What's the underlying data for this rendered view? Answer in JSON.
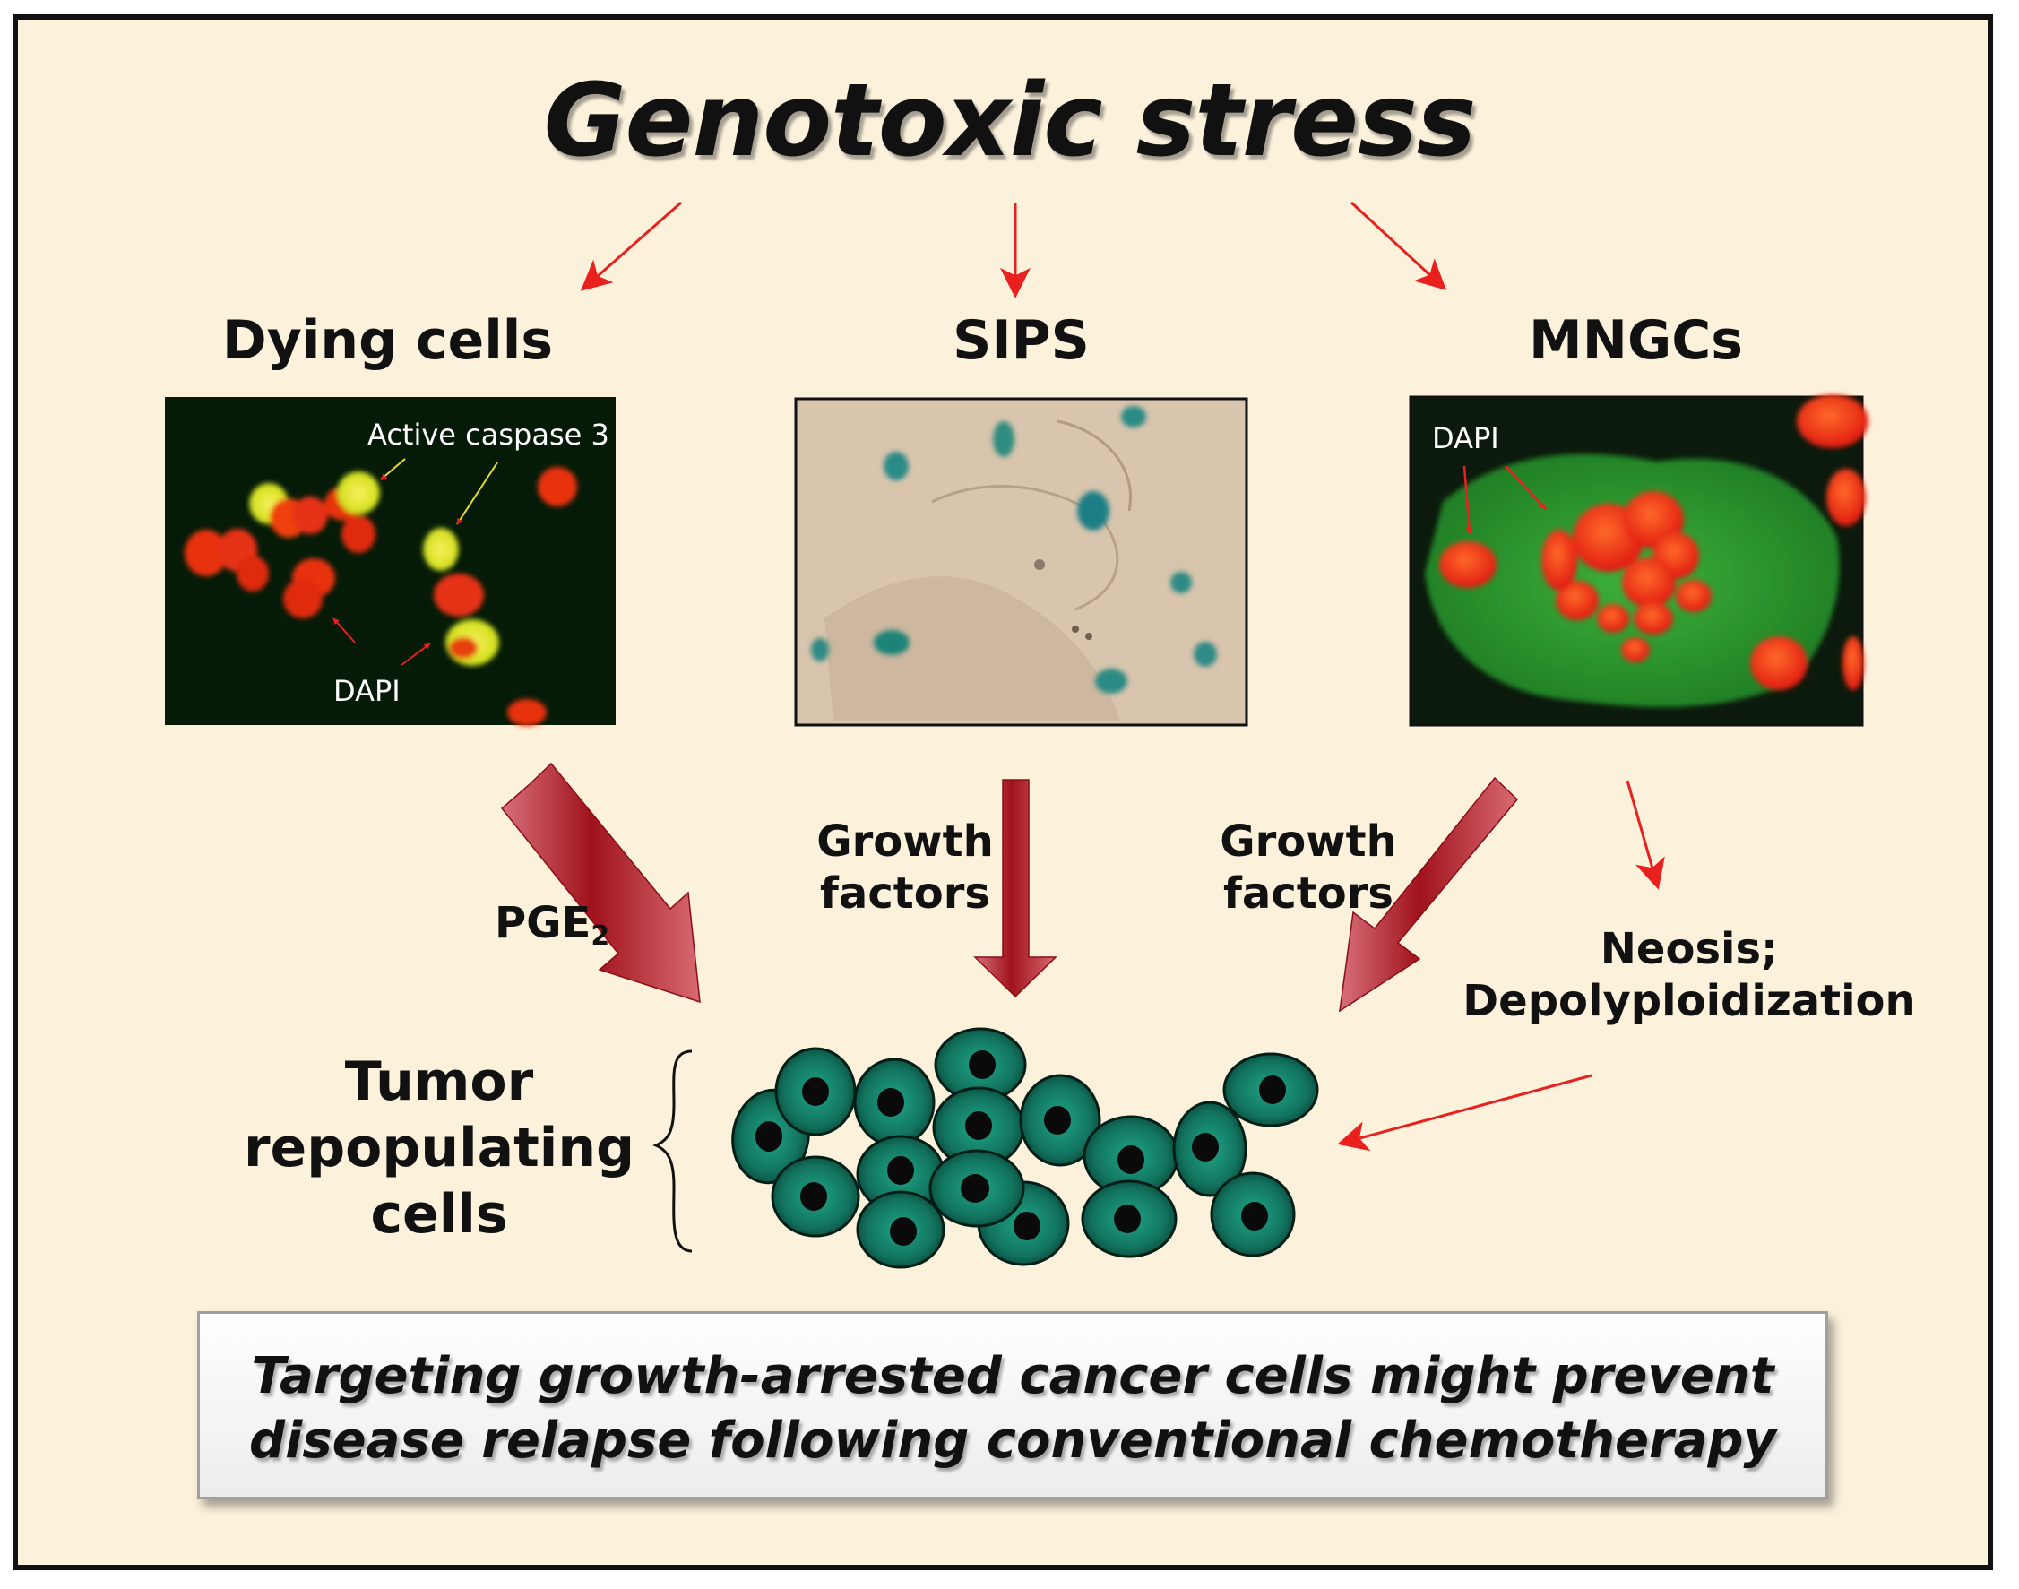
{
  "title": "Genotoxic stress",
  "branches": {
    "dying": {
      "label": "Dying cells",
      "annot_caspase": "Active caspase 3",
      "annot_dapi": "DAPI"
    },
    "sips": {
      "label": "SIPS"
    },
    "mngc": {
      "label": "MNGCs",
      "annot_dapi": "DAPI"
    }
  },
  "pathways": {
    "pge": {
      "text": "PGE",
      "sub": "2"
    },
    "growth_factors_1": [
      "Growth",
      "factors"
    ],
    "growth_factors_2": [
      "Growth",
      "factors"
    ],
    "neosis": [
      "Neosis;",
      "Depolyploidization"
    ]
  },
  "target": {
    "lines": [
      "Tumor",
      "repopulating",
      "cells"
    ]
  },
  "conclusion": {
    "lines": [
      "Targeting growth-arrested cancer cells might prevent",
      "disease relapse following conventional chemotherapy"
    ]
  },
  "colors": {
    "background": "#fcf2dc",
    "thin_arrow": "#e8201e",
    "thick_arrow": "#b01c22",
    "cell_fill": "#17806a",
    "nucleus_red": "#f23a14",
    "caspase_yellow": "#e8f020",
    "cytoplasm_green": "#2e9a32"
  }
}
